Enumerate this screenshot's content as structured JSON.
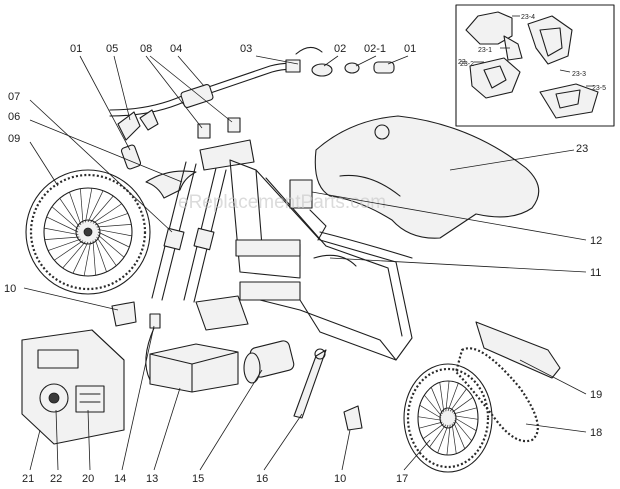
{
  "diagram": {
    "watermark": "eReplacementParts.com",
    "callouts": {
      "c01_left": "01",
      "c05": "05",
      "c08": "08",
      "c04": "04",
      "c03": "03",
      "c02": "02",
      "c02_1": "02-1",
      "c01_right": "01",
      "c07": "07",
      "c06": "06",
      "c09": "09",
      "c23": "23",
      "c12": "12",
      "c11": "11",
      "c10_left": "10",
      "c19": "19",
      "c18": "18",
      "c21": "21",
      "c22": "22",
      "c20": "20",
      "c14": "14",
      "c13": "13",
      "c15": "15",
      "c16": "16",
      "c10_bottom": "10",
      "c17": "17"
    },
    "inset": {
      "group_label": "23",
      "labels": {
        "i23_4": "23-4",
        "i23_1": "23-1",
        "i23_2": "23-2",
        "i23_3": "23-3",
        "i23_5": "23-5"
      }
    },
    "colors": {
      "ink": "#1e1e1e",
      "background": "#ffffff",
      "watermark": "#c8c8c8"
    }
  }
}
